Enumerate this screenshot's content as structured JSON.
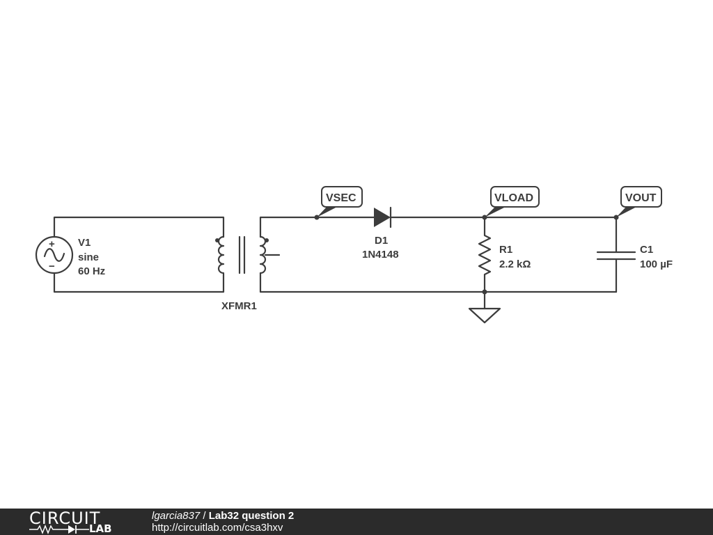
{
  "schematic": {
    "source": {
      "name": "V1",
      "type": "sine",
      "freq": "60 Hz",
      "plus": "+",
      "minus": "−"
    },
    "transformer": {
      "name": "XFMR1"
    },
    "diode": {
      "name": "D1",
      "part": "1N4148"
    },
    "resistor": {
      "name": "R1",
      "value": "2.2 kΩ"
    },
    "capacitor": {
      "name": "C1",
      "value": "100 µF"
    },
    "probes": {
      "vsec": "VSEC",
      "vload": "VLOAD",
      "vout": "VOUT"
    }
  },
  "footer": {
    "logo_top": "CIRCUIT",
    "logo_bottom": "LAB",
    "user": "lgarcia837",
    "separator": " / ",
    "title": "Lab32 question 2",
    "url": "http://circuitlab.com/csa3hxv"
  },
  "colors": {
    "ink": "#3c3c3c",
    "footer_bg": "#2b2b2b"
  }
}
